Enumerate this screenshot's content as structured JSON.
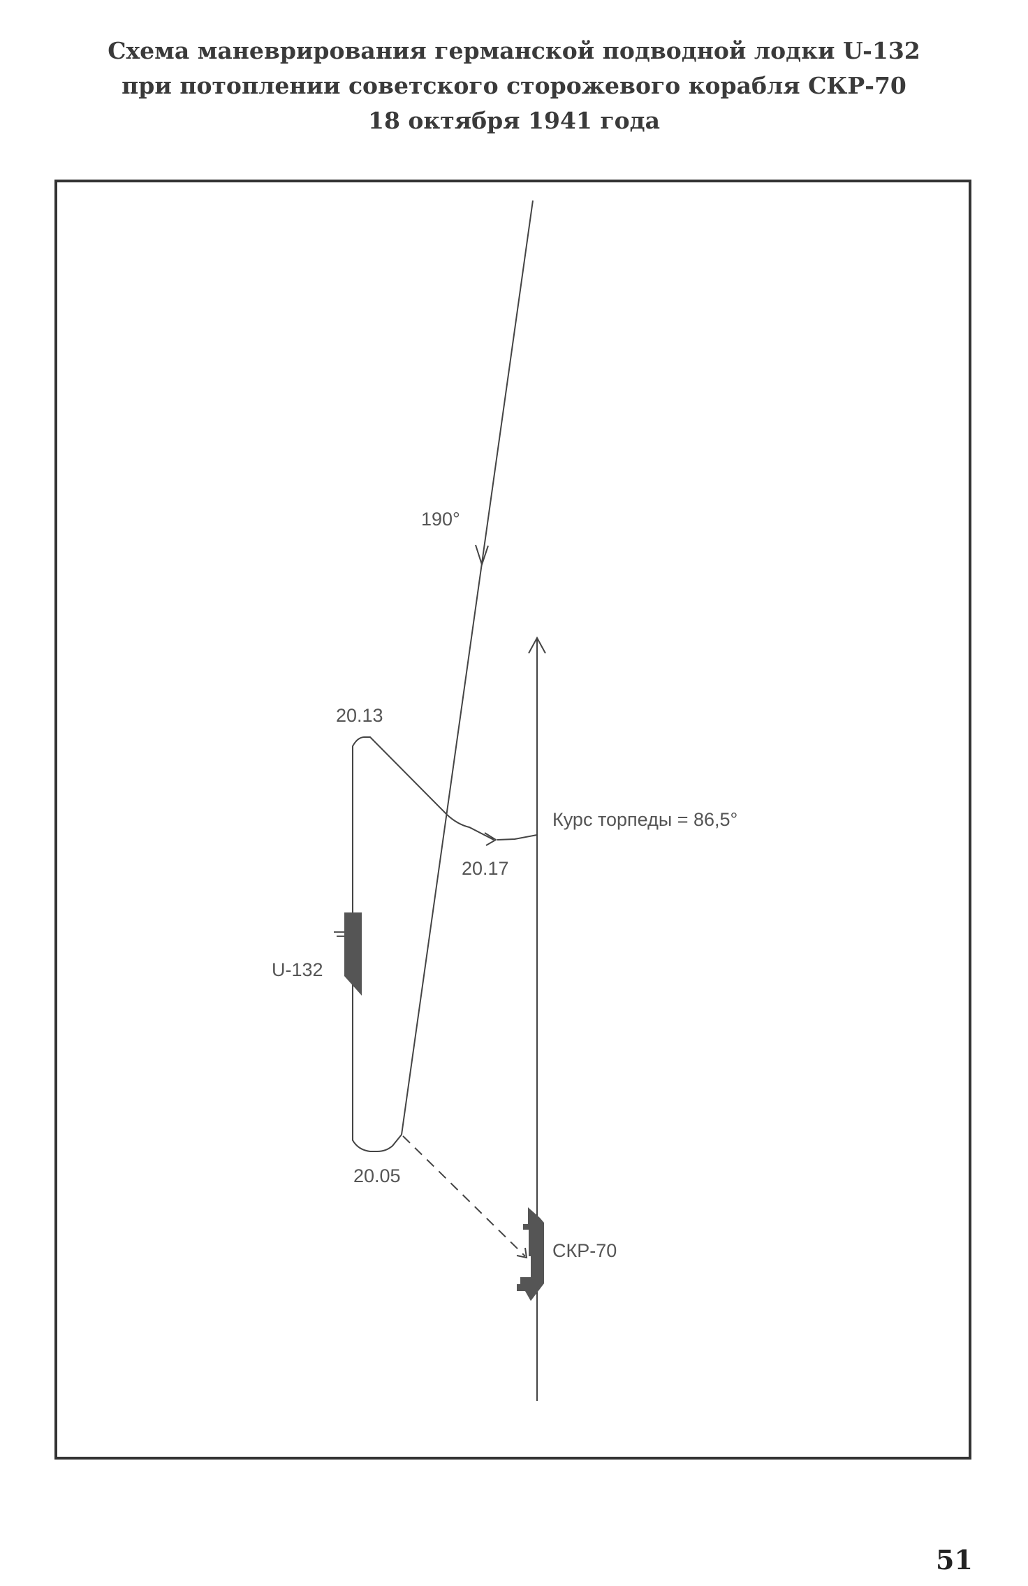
{
  "title": {
    "line1": "Схема маневрирования германской подводной лодки U-132",
    "line2": "при потоплении советского сторожевого корабля СКР-70",
    "line3": "18 октября 1941 года"
  },
  "diagram": {
    "course_label": "190°",
    "time_2013": "20.13",
    "time_2017": "20.17",
    "time_2005": "20.05",
    "torpedo_course": "Курс торпеды = 86,5°",
    "submarine": "U-132",
    "ship": "СКР-70"
  },
  "page_number": "51"
}
